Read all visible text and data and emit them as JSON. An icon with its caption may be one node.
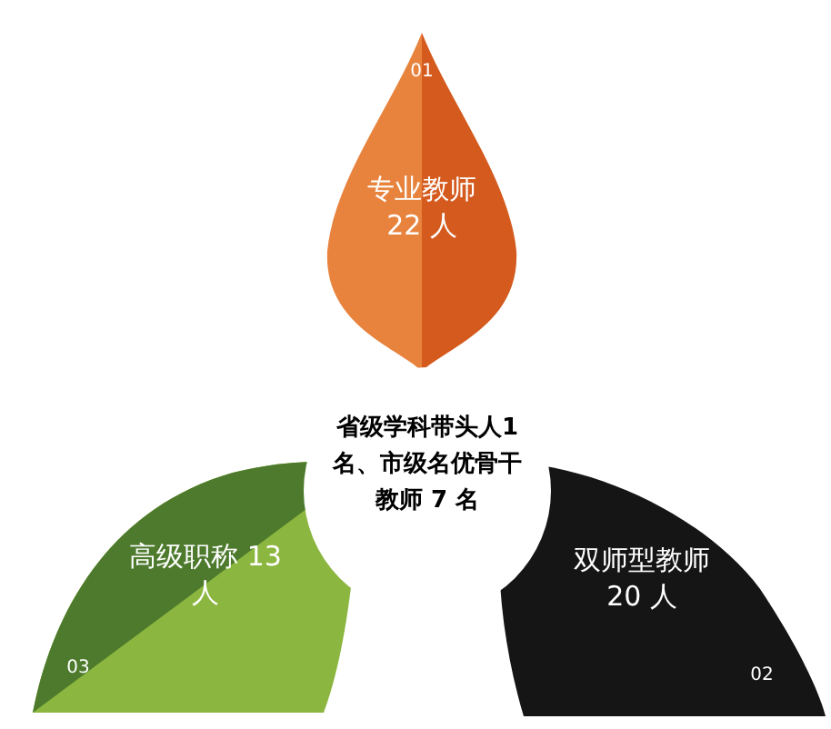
{
  "diagram": {
    "nodes": [
      {
        "text": [
          "01",
          "专业教师 22 人"
        ]
      },
      {
        "text": [
          "省级学科带头人1 名、市级名优骨干教师 7 名"
        ]
      },
      {
        "text": [
          "高级职称 13 人",
          "03"
        ]
      },
      {
        "text": [
          "双师型教师 20 人",
          "02"
        ]
      }
    ]
  }
}
